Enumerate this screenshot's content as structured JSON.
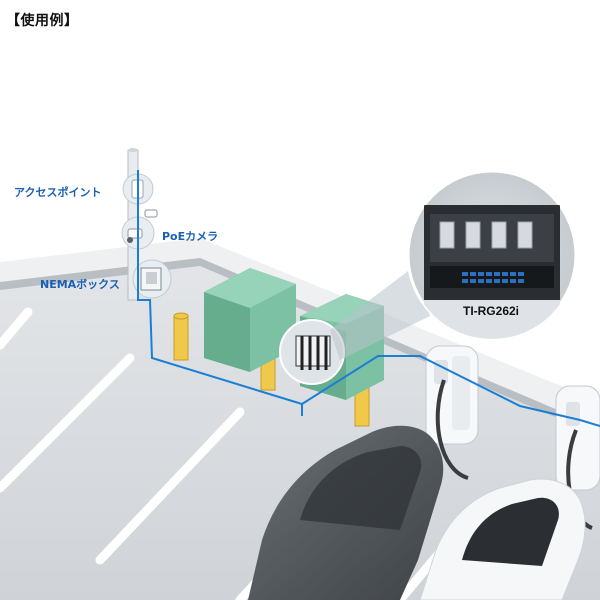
{
  "header": {
    "title": "【使用例】"
  },
  "callouts": {
    "access_point": "アクセスポイント",
    "poe_camera": "PoEカメラ",
    "nema_box": "NEMAボックス"
  },
  "rack": {
    "model": "TI-RG262i"
  },
  "icons": [
    "access-point-icon",
    "poe-camera-icon",
    "nema-box-icon",
    "router-icon",
    "charger-icon",
    "car-icon",
    "bollard-icon",
    "utility-pole-icon"
  ],
  "colors": {
    "cable": "#1a7fd4",
    "callout_text": "#1a5fb4",
    "cabinet": "#6fb89a",
    "bollard": "#f0c84a",
    "car_dark": "#555a5e",
    "car_light": "#f4f6f8",
    "ground": "#d9dcdf"
  }
}
